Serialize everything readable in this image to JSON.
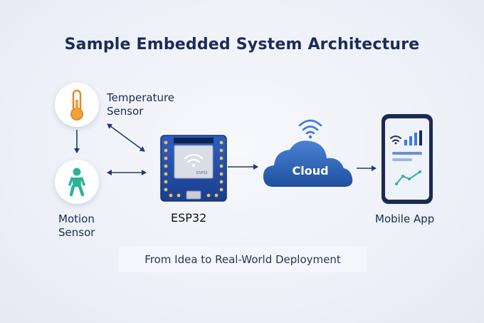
{
  "title": "Sample Embedded System Architecture",
  "nodes": {
    "temperature": {
      "label_line1": "Temperature",
      "label_line2": "Sensor",
      "icon": "thermometer-icon"
    },
    "motion": {
      "label_line1": "Motion",
      "label_line2": "Sensor",
      "icon": "person-walking-icon"
    },
    "esp32": {
      "label": "ESP32",
      "chip_text": "ESP32",
      "icon": "microcontroller-board-icon"
    },
    "cloud": {
      "label": "Cloud",
      "icon": "cloud-icon"
    },
    "mobile": {
      "label": "Mobile App",
      "icon": "smartphone-icon"
    }
  },
  "subtitle": "From Idea to Real-World Deployment",
  "colors": {
    "title": "#1c2b57",
    "arrow": "#1e3a78",
    "board": "#1f4aa6",
    "cloud": "#2e62b8",
    "thermometer": "#f2a23a",
    "motion": "#2bb39a",
    "phone_frame": "#1c2a52",
    "phone_accent": "#3a7be0",
    "wifi": "#3a7be0"
  }
}
